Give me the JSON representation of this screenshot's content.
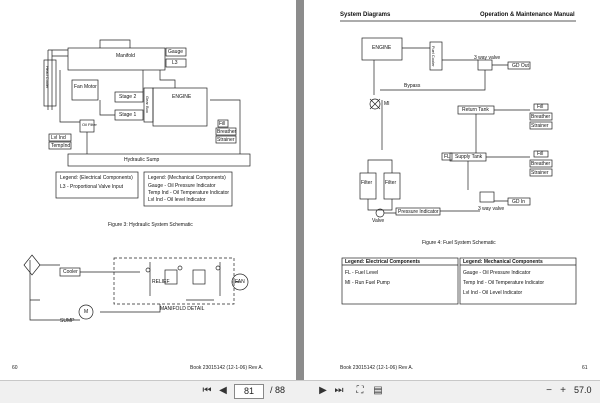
{
  "left_page": {
    "fig3": {
      "labels": {
        "manifold": "Manifold",
        "gauge": "Gauge",
        "l3": "L3",
        "engine": "ENGINE",
        "fan_motor": "Fan Motor",
        "stage2": "Stage 2",
        "stage1": "Stage 1",
        "gear_box": "Gear Box",
        "oil_filter": "Oil Filter",
        "lvl_ind": "Lvl Ind",
        "tempind": "TempInd",
        "hydraulic_sump": "Hydraulic Sump",
        "fill": "Fill",
        "breather": "Breather",
        "strainer": "Strainer",
        "side_label": "Head Cooler"
      },
      "legend_electrical": {
        "title": "Legend: (Electrical Components)",
        "items": [
          "L3 - Proportional Valve Input"
        ]
      },
      "legend_mechanical": {
        "title": "Legend: (Mechanical Components)",
        "items": [
          "Gauge - Oil Pressure Indicator",
          "Temp Ind - Oil Temperature Indicator",
          "Lvl Ind - Oil level Indicator"
        ]
      },
      "caption": "Figure 3: Hydraulic System Schematic"
    },
    "fig_bottom": {
      "cooler": "Cooler",
      "relief": "RELIEF",
      "fan": "FAN",
      "sump": "SUMP",
      "motor": "M",
      "manifold_detail": "MANIFOLD DETAIL"
    },
    "footer_page": "60",
    "footer_book": "Book 23015142 (12-1-06) Rev A."
  },
  "right_page": {
    "header_left": "System Diagrams",
    "header_right": "Operation & Maintenance Manual",
    "fig4": {
      "engine": "ENGINE",
      "fuel_cooler": "Fuel Cooler",
      "three_way_valve": "3 way valve",
      "gd_out": "GD Out",
      "bypass": "Bypass",
      "mi": "MI",
      "return_tank": "Return Tank",
      "fill1": "Fill",
      "breather1": "Breather",
      "strainer1": "Strainer",
      "fl": "FL",
      "supply_tank": "Supply Tank",
      "fill2": "Fill",
      "breather2": "Breather",
      "strainer2": "Strainer",
      "filter1": "Filter",
      "filter2": "Filter",
      "valve": "Valve",
      "pressure_indicator": "Pressure Indicator",
      "gd_in": "GD In",
      "three_way_valve2": "3 way valve"
    },
    "caption": "Figure 4: Fuel System Schematic",
    "legend_electrical": {
      "title": "Legend: Electrical Components",
      "items": [
        "FL - Fuel Level",
        "MI - Run Fuel Pump"
      ]
    },
    "legend_mechanical": {
      "title": "Legend: Mechanical Components",
      "items": [
        "Gauge - Oil Pressure Indicator",
        "Temp Ind - Oil Temperature Indicator",
        "Lvl Ind - Oil Level Indicator"
      ]
    },
    "footer_book": "Book 23015142 (12-1-06) Rev A.",
    "footer_page": "61"
  },
  "toolbar": {
    "current_page": "81",
    "total_pages": "/ 88",
    "zoom": "57.0"
  }
}
